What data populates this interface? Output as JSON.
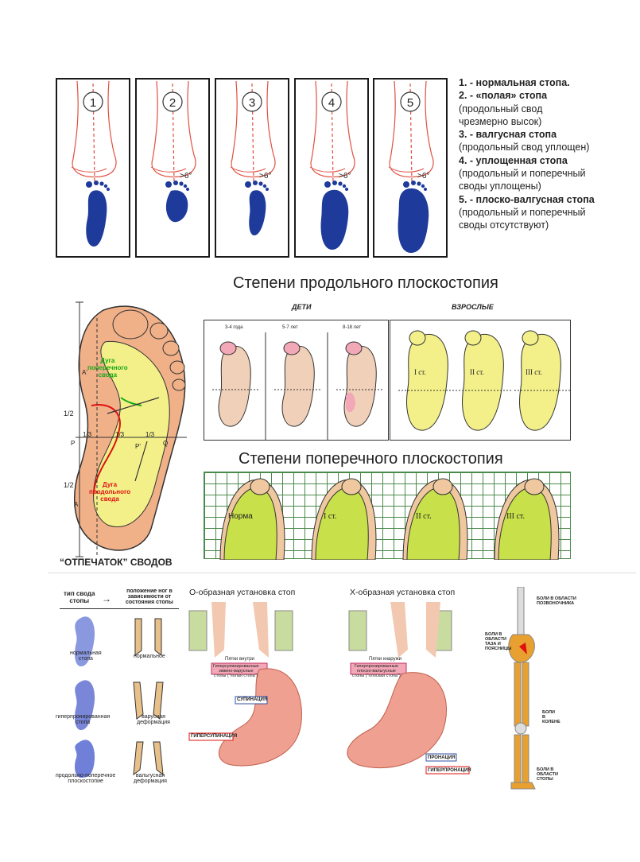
{
  "top_panels": {
    "numbers": [
      "1",
      "2",
      "3",
      "4",
      "5"
    ],
    "angle_label": ">6°"
  },
  "legend": [
    "1. - нормальная стопа.",
    "2. - «полая» стопа",
    "(продольный свод",
    "чрезмерно высок)",
    "3. - валгусная стопа",
    "(продольный свод уплощен)",
    "4. - уплощенная стопа",
    "(продольный и поперечный",
    "своды уплощены)",
    "5. - плоско-валгусная стопа",
    "(продольный и поперечный",
    "своды отсутствуют)"
  ],
  "footprint_diagram": {
    "caption": "“ОТПЕЧАТОК” СВОДОВ",
    "transverse_arch_label": [
      "Дуга",
      "поперечного",
      "свода"
    ],
    "longitudinal_arch_label": [
      "Дуга",
      "продольного",
      "свода"
    ],
    "half_labels": [
      "1/2",
      "1/2"
    ],
    "third_labels": [
      "1/3",
      "1/3",
      "1/3"
    ],
    "points": [
      "A'",
      "P",
      "P'",
      "Q",
      "A"
    ]
  },
  "longitudinal": {
    "title": "Степени продольного плоскостопия",
    "children_label": "ДЕТИ",
    "adults_label": "ВЗРОСЛЫЕ",
    "children_ages": [
      "3-4 года",
      "5-7 лет",
      "8-18 лет"
    ],
    "adult_degrees": [
      "I ст.",
      "II ст.",
      "III ст."
    ]
  },
  "transverse": {
    "title": "Степени поперечного плоскостопия",
    "degrees": [
      "Норма",
      "I ст.",
      "II ст.",
      "III ст."
    ]
  },
  "bottom": {
    "col_header_left": [
      "тип свода",
      "стопы"
    ],
    "col_header_right": [
      "положение ног в",
      "зависимости от",
      "состояния стопы"
    ],
    "rows": [
      {
        "left": [
          "нормальная",
          "стопа"
        ],
        "right": [
          "нормальное"
        ]
      },
      {
        "left": [
          "гиперпронированная",
          "стопа"
        ],
        "right": [
          "варусная",
          "деформация"
        ]
      },
      {
        "left": [
          "продольно-поперечное",
          "плоскостопие"
        ],
        "right": [
          "вальгусная",
          "деформация"
        ]
      }
    ],
    "o_title": "О-образная установка стоп",
    "x_title": "Х-образная установка стоп",
    "o_feet_caption": "Пятки внутри",
    "x_feet_caption": "Пятки кнаружи",
    "o_pink_label": [
      "Гиперсупинированные",
      "эквино-варусные",
      "стопы (\"полая стопа\")"
    ],
    "x_pink_label": [
      "Гиперпронированные",
      "плоско-вальгусные",
      "стопы (\"плоская стопа\")"
    ],
    "supination": "СУПИНАЦИЯ",
    "hypersupination": "ГИПЕРСУПИНАЦИЯ",
    "pronation": "ПРОНАЦИЯ",
    "hyperpronation": "ГИПЕРПРОНАЦИЯ",
    "pain_spine": [
      "БОЛИ В ОБЛАСТИ",
      "ПОЗВОНОЧНИКА"
    ],
    "pain_pelvis": [
      "БОЛИ В",
      "ОБЛАСТИ",
      "ТАЗА И",
      "ПОЯСНИЦЫ"
    ],
    "pain_knee": [
      "БОЛИ",
      "В",
      "КОЛЕНЕ"
    ],
    "pain_foot": [
      "БОЛИ В",
      "ОБЛАСТИ",
      "СТОПЫ"
    ]
  },
  "colors": {
    "foot_blue": "#1e3a9a",
    "sketch_red": "#e05040",
    "foot_orange": "#f0b088",
    "yellow": "#f3f08a",
    "lime": "#c8e04a",
    "pink": "#f3a8b8",
    "grid": "#4a8a4a"
  }
}
